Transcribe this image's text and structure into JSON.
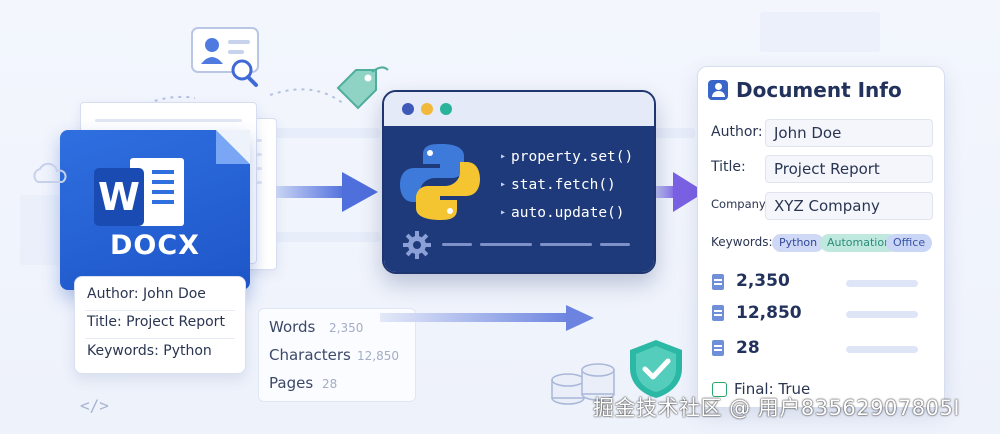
{
  "source_doc": {
    "type_label": "DOCX",
    "icon_letter": "W",
    "meta": {
      "author": "Author: John Doe",
      "title": "Title: Project Report",
      "keywords": "Keywords: Python"
    }
  },
  "stats_box": {
    "words_label": "Words",
    "words_value": "2,350",
    "chars_label": "Characters",
    "chars_value": "12,850",
    "pages_label": "Pages",
    "pages_value": "28"
  },
  "code_symbol": "</>",
  "terminal": {
    "lines": [
      "property.set()",
      "stat.fetch()",
      "auto.update()"
    ],
    "dot_colors": [
      "#3f59b8",
      "#f2b83a",
      "#28b39a"
    ]
  },
  "document_info": {
    "title": "Document Info",
    "author_label": "Author:",
    "author_value": "John Doe",
    "title_label": "Title:",
    "title_value": "Project Report",
    "company_label": "Company:",
    "company_value": "XYZ Company",
    "keywords_label": "Keywords:",
    "keywords": [
      "Python",
      "Automation",
      "Office"
    ],
    "stats": [
      "2,350",
      "12,850",
      "28"
    ],
    "final": "Final: True"
  },
  "watermark": "掘金技术社区 @ 用户83562907805I",
  "colors": {
    "accent": "#2f6fe0",
    "terminal": "#1f3a7a",
    "panel_title": "#22325c",
    "success": "#2aa86b"
  }
}
